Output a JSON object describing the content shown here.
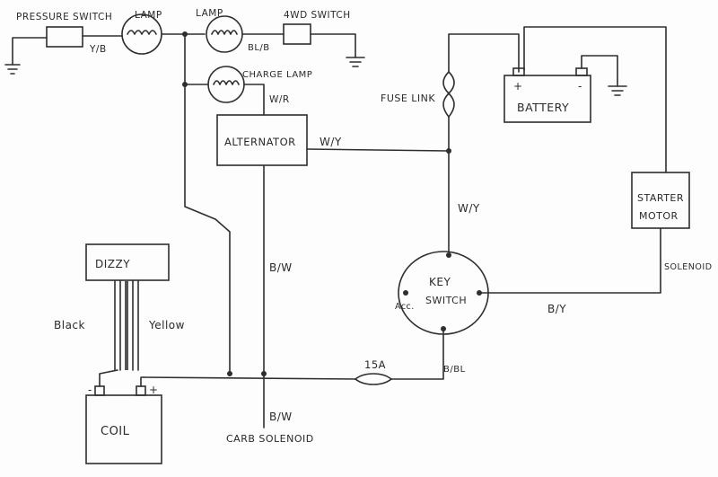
{
  "colors": {
    "ink": "#2e2e2e",
    "paper": "#fdfdfd"
  },
  "components": {
    "pressure_switch": "PRESSURE SWITCH",
    "lamp_1": "LAMP",
    "lamp_2": "LAMP",
    "fourwd_switch": "4WD SWITCH",
    "charge_lamp": "CHARGE LAMP",
    "alternator": "ALTERNATOR",
    "fuse_link": "FUSE LINK",
    "battery": "BATTERY",
    "battery_pos": "+",
    "battery_neg": "-",
    "starter_line1": "STARTER",
    "starter_line2": "MOTOR",
    "dizzy": "DIZZY",
    "coil": "COIL",
    "coil_neg": "-",
    "coil_pos": "+",
    "key_switch_line1": "KEY",
    "key_switch_line2": "SWITCH",
    "acc_terminal": "Acc.",
    "fuse_15a": "15A",
    "carb_solenoid": "CARB SOLENOID",
    "solenoid": "SOLENOID"
  },
  "wire_labels": {
    "y_b": "Y/B",
    "bl_b": "BL/B",
    "w_r": "W/R",
    "w_y_alt": "W/Y",
    "w_y_key": "W/Y",
    "b_w_alt": "B/W",
    "b_w_carb": "B/W",
    "b_y": "B/Y",
    "b_bl": "B/BL",
    "black": "Black",
    "yellow": "Yellow"
  }
}
